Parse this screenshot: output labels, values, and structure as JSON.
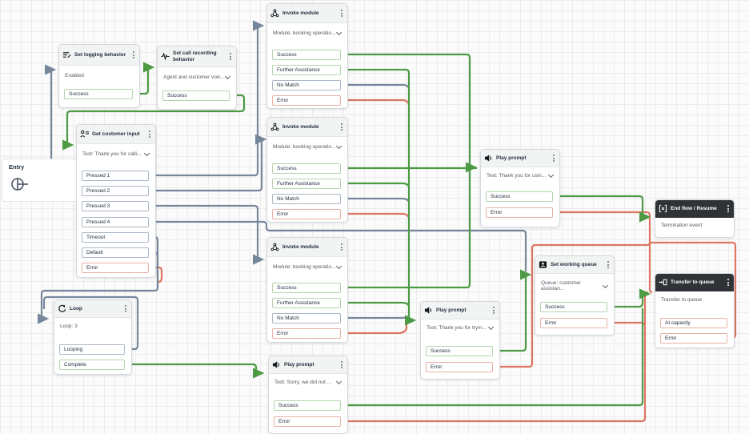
{
  "canvas": {
    "entry_label": "Entry"
  },
  "colors": {
    "edge_green": "#4c9a44",
    "edge_gray": "#76879b",
    "edge_red": "#dc7661",
    "row_green": "#b2d4ae",
    "row_gray": "#a9b7c6",
    "row_red": "#e8b0a4",
    "dark_header": "#2f3337"
  },
  "nodes": [
    {
      "id": "setlog",
      "title": "Set logging behavior",
      "icon": "logging-icon",
      "dark": false,
      "body": [
        {
          "text": "Enabled",
          "chevron": false
        }
      ],
      "outputs": [
        {
          "label": "Success",
          "type": "success"
        }
      ]
    },
    {
      "id": "setcall",
      "title": "Set call recording behavior",
      "icon": "waveform-icon",
      "dark": false,
      "body": [
        {
          "text": "Agent and customer voic...",
          "chevron": true
        }
      ],
      "outputs": [
        {
          "label": "Success",
          "type": "success"
        }
      ]
    },
    {
      "id": "gci",
      "title": "Get customer input",
      "icon": "customer-input-icon",
      "dark": false,
      "body": [
        {
          "text": "Text: Thank you for calli...",
          "chevron": true
        }
      ],
      "outputs": [
        {
          "label": "Pressed 1",
          "type": "neutral"
        },
        {
          "label": "Pressed 2",
          "type": "neutral"
        },
        {
          "label": "Pressed 3",
          "type": "neutral"
        },
        {
          "label": "Pressed 4",
          "type": "neutral"
        },
        {
          "label": "Timeout",
          "type": "neutral"
        },
        {
          "label": "Default",
          "type": "neutral"
        },
        {
          "label": "Error",
          "type": "error"
        }
      ]
    },
    {
      "id": "inv1",
      "title": "Invoke module",
      "icon": "module-icon",
      "dark": false,
      "body": [
        {
          "text": "Module: booking operatio...",
          "chevron": true
        }
      ],
      "outputs": [
        {
          "label": "Success",
          "type": "success"
        },
        {
          "label": "Further Assistance",
          "type": "success"
        },
        {
          "label": "No Match",
          "type": "neutral"
        },
        {
          "label": "Error",
          "type": "error"
        }
      ]
    },
    {
      "id": "inv2",
      "title": "Invoke module",
      "icon": "module-icon",
      "dark": false,
      "body": [
        {
          "text": "Module: booking operatio...",
          "chevron": true
        }
      ],
      "outputs": [
        {
          "label": "Success",
          "type": "success"
        },
        {
          "label": "Further Assistance",
          "type": "success"
        },
        {
          "label": "No Match",
          "type": "neutral"
        },
        {
          "label": "Error",
          "type": "error"
        }
      ]
    },
    {
      "id": "inv3",
      "title": "Invoke module",
      "icon": "module-icon",
      "dark": false,
      "body": [
        {
          "text": "Module: booking operatio...",
          "chevron": true
        }
      ],
      "outputs": [
        {
          "label": "Success",
          "type": "success"
        },
        {
          "label": "Further Assistance",
          "type": "success"
        },
        {
          "label": "No Match",
          "type": "neutral"
        },
        {
          "label": "Error",
          "type": "error"
        }
      ]
    },
    {
      "id": "pptr",
      "title": "Play prompt",
      "icon": "speaker-icon",
      "dark": false,
      "body": [
        {
          "text": "Text: Thank you for usin...",
          "chevron": true
        }
      ],
      "outputs": [
        {
          "label": "Success",
          "type": "success"
        },
        {
          "label": "Error",
          "type": "error"
        }
      ]
    },
    {
      "id": "ppmid",
      "title": "Play prompt",
      "icon": "speaker-icon",
      "dark": false,
      "body": [
        {
          "text": "Text: Thank you for tryin...",
          "chevron": true
        }
      ],
      "outputs": [
        {
          "label": "Success",
          "type": "success"
        },
        {
          "label": "Error",
          "type": "error"
        }
      ]
    },
    {
      "id": "ppbot",
      "title": "Play prompt",
      "icon": "speaker-icon",
      "dark": false,
      "body": [
        {
          "text": "Text: Sorry, we did not ...",
          "chevron": true
        }
      ],
      "outputs": [
        {
          "label": "Success",
          "type": "success"
        },
        {
          "label": "Error",
          "type": "error"
        }
      ]
    },
    {
      "id": "loop",
      "title": "Loop",
      "icon": "loop-icon",
      "dark": false,
      "body": [
        {
          "text": "Loop: 3",
          "chevron": false
        }
      ],
      "outputs": [
        {
          "label": "Looping",
          "type": "neutral"
        },
        {
          "label": "Complete",
          "type": "success"
        }
      ]
    },
    {
      "id": "swq",
      "title": "Set working queue",
      "icon": "queue-icon",
      "dark": false,
      "body": [
        {
          "text": "Queue: customer assistan...",
          "chevron": true
        }
      ],
      "outputs": [
        {
          "label": "Success",
          "type": "success"
        },
        {
          "label": "Error",
          "type": "error"
        }
      ]
    },
    {
      "id": "endflow",
      "title": "End flow / Resume",
      "icon": "endflow-icon",
      "dark": true,
      "body": [
        {
          "text": "Termination event",
          "chevron": false
        }
      ],
      "outputs": []
    },
    {
      "id": "transfer",
      "title": "Transfer to queue",
      "icon": "transfer-icon",
      "dark": true,
      "body": [
        {
          "text": "Transfer to queue",
          "chevron": false
        }
      ],
      "outputs": [
        {
          "label": "At capacity",
          "type": "error"
        },
        {
          "label": "Error",
          "type": "error"
        }
      ]
    }
  ]
}
